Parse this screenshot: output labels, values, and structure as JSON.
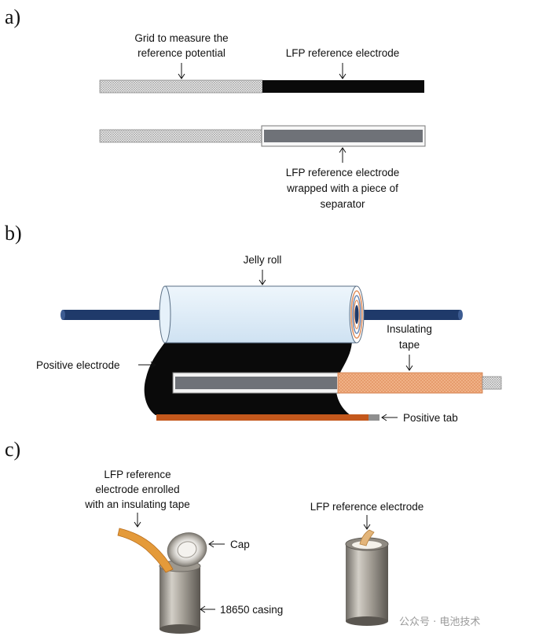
{
  "panels": {
    "a": {
      "label": "a)",
      "grid_label_line1": "Grid to measure the",
      "grid_label_line2": "reference potential",
      "electrode_label": "LFP reference electrode",
      "wrapped_line1": "LFP reference electrode",
      "wrapped_line2": "wrapped with a piece of",
      "wrapped_line3": "separator"
    },
    "b": {
      "label": "b)",
      "jelly_roll": "Jelly roll",
      "insulating_line1": "Insulating",
      "insulating_line2": "tape",
      "positive_electrode": "Positive electrode",
      "positive_tab": "Positive tab"
    },
    "c": {
      "label": "c)",
      "enrolled_line1": "LFP reference",
      "enrolled_line2": "electrode enrolled",
      "enrolled_line3": "with an insulating tape",
      "cap": "Cap",
      "casing": "18650 casing",
      "electrode_label": "LFP reference electrode"
    }
  },
  "watermark": "公众号 · 电池技术",
  "colors": {
    "electrode_black": "#0a0a0a",
    "separator_gray": "#6f7278",
    "rod_blue": "#1f3a6a",
    "jelly_fill": "#deecf7",
    "tape_orange": "#f2b48a",
    "tab_orange": "#c4581c"
  }
}
